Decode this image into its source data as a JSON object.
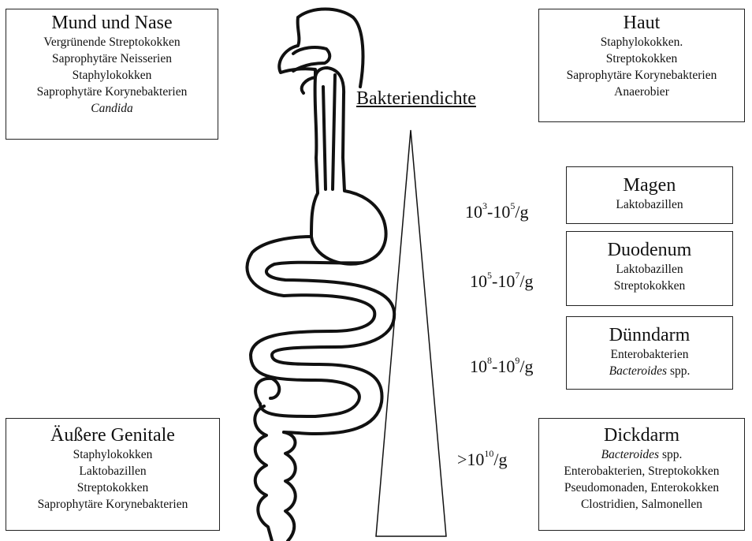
{
  "heading": "Bakteriendichte",
  "boxes": {
    "mund": {
      "title": "Mund und Nase",
      "lines": [
        "Vergrünende Streptokokken",
        "Saprophytäre Neisserien",
        "Staphylokokken",
        "Saprophytäre Korynebakterien"
      ],
      "italic": "Candida"
    },
    "haut": {
      "title": "Haut",
      "lines": [
        "Staphylokokken.",
        "Streptokokken",
        "Saprophytäre Korynebakterien",
        "Anaerobier"
      ]
    },
    "magen": {
      "title": "Magen",
      "lines": [
        "Laktobazillen"
      ]
    },
    "duodenum": {
      "title": "Duodenum",
      "lines": [
        "Laktobazillen",
        "Streptokokken"
      ]
    },
    "duenndarm": {
      "title": "Dünndarm",
      "lines": [
        "Enterobakterien"
      ],
      "italic": "Bacteroides",
      "italic_suffix": " spp."
    },
    "genitale": {
      "title": "Äußere Genitale",
      "lines": [
        "Staphylokokken",
        "Laktobazillen",
        "Streptokokken",
        "Saprophytäre Korynebakterien"
      ]
    },
    "dickdarm": {
      "title": "Dickdarm",
      "italic": "Bacteroides",
      "italic_suffix": " spp.",
      "lines": [
        "Enterobakterien, Streptokokken",
        "Pseudomonaden, Enterokokken",
        "Clostridien, Salmonellen"
      ]
    }
  },
  "densities": [
    {
      "base1": "10",
      "exp1": "3",
      "sep": "-",
      "base2": "10",
      "exp2": "5",
      "unit": "/g"
    },
    {
      "base1": "10",
      "exp1": "5",
      "sep": "-",
      "base2": "10",
      "exp2": "7",
      "unit": "/g"
    },
    {
      "base1": "10",
      "exp1": "8",
      "sep": "-",
      "base2": "10",
      "exp2": "9",
      "unit": "/g"
    },
    {
      "prefix": ">",
      "base1": "10",
      "exp1": "10",
      "unit": "/g"
    }
  ]
}
